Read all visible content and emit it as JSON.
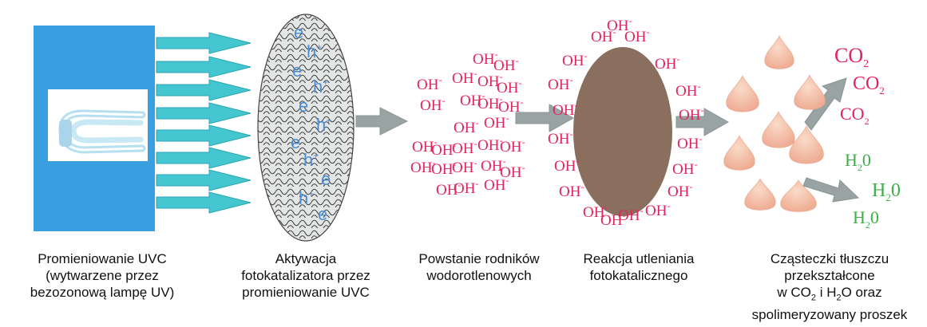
{
  "colors": {
    "background": "#ffffff",
    "uv_lamp_panel": "#3a9fe0",
    "uv_arrow": "#43c6cf",
    "process_arrow": "#9aa3a3",
    "electron_hole_text": "#4a8fd6",
    "hydroxyl_text": "#e0245e",
    "photocatalyst_particle": "#8a6e5e",
    "fat_droplet": "#f2b9a2",
    "co2_text": "#e0245e",
    "h2o_text": "#3fae49",
    "caption_text": "#111111"
  },
  "icons": {
    "lamp": "uv-lamp-tube-icon",
    "catalyst": "photocatalyst-mesh-icon",
    "particle": "catalyst-particle-icon",
    "droplet": "fat-droplet-icon"
  },
  "labels": {
    "hydroxyl": "OH",
    "hydroxyl_charge": "-",
    "electron": "e",
    "hole": "h",
    "hole_charge": "+",
    "co2_base": "CO",
    "co2_sub": "2",
    "h2o_base": "H",
    "h2o_sub": "2",
    "h2o_tail": "0"
  },
  "captions": {
    "stage1": [
      "Promieniowanie UVC",
      "(wytwarzene przez",
      "bezozonową lampę UV)"
    ],
    "stage2": [
      "Aktywacja",
      "fotokatalizatora przez",
      "promieniowanie UVC"
    ],
    "stage3": [
      "Powstanie rodników",
      "wodorotlenowych"
    ],
    "stage4": [
      "Reakcja utleniania",
      "fotokatalicznego"
    ],
    "stage5": {
      "l1": "Cząsteczki tłuszczu",
      "l2": "przekształcone",
      "l3_a": "w CO",
      "l3_sub1": "2",
      "l3_b": " i H",
      "l3_sub2": "2",
      "l3_c": "O oraz",
      "l4": "spolimeryzowany proszek"
    }
  }
}
